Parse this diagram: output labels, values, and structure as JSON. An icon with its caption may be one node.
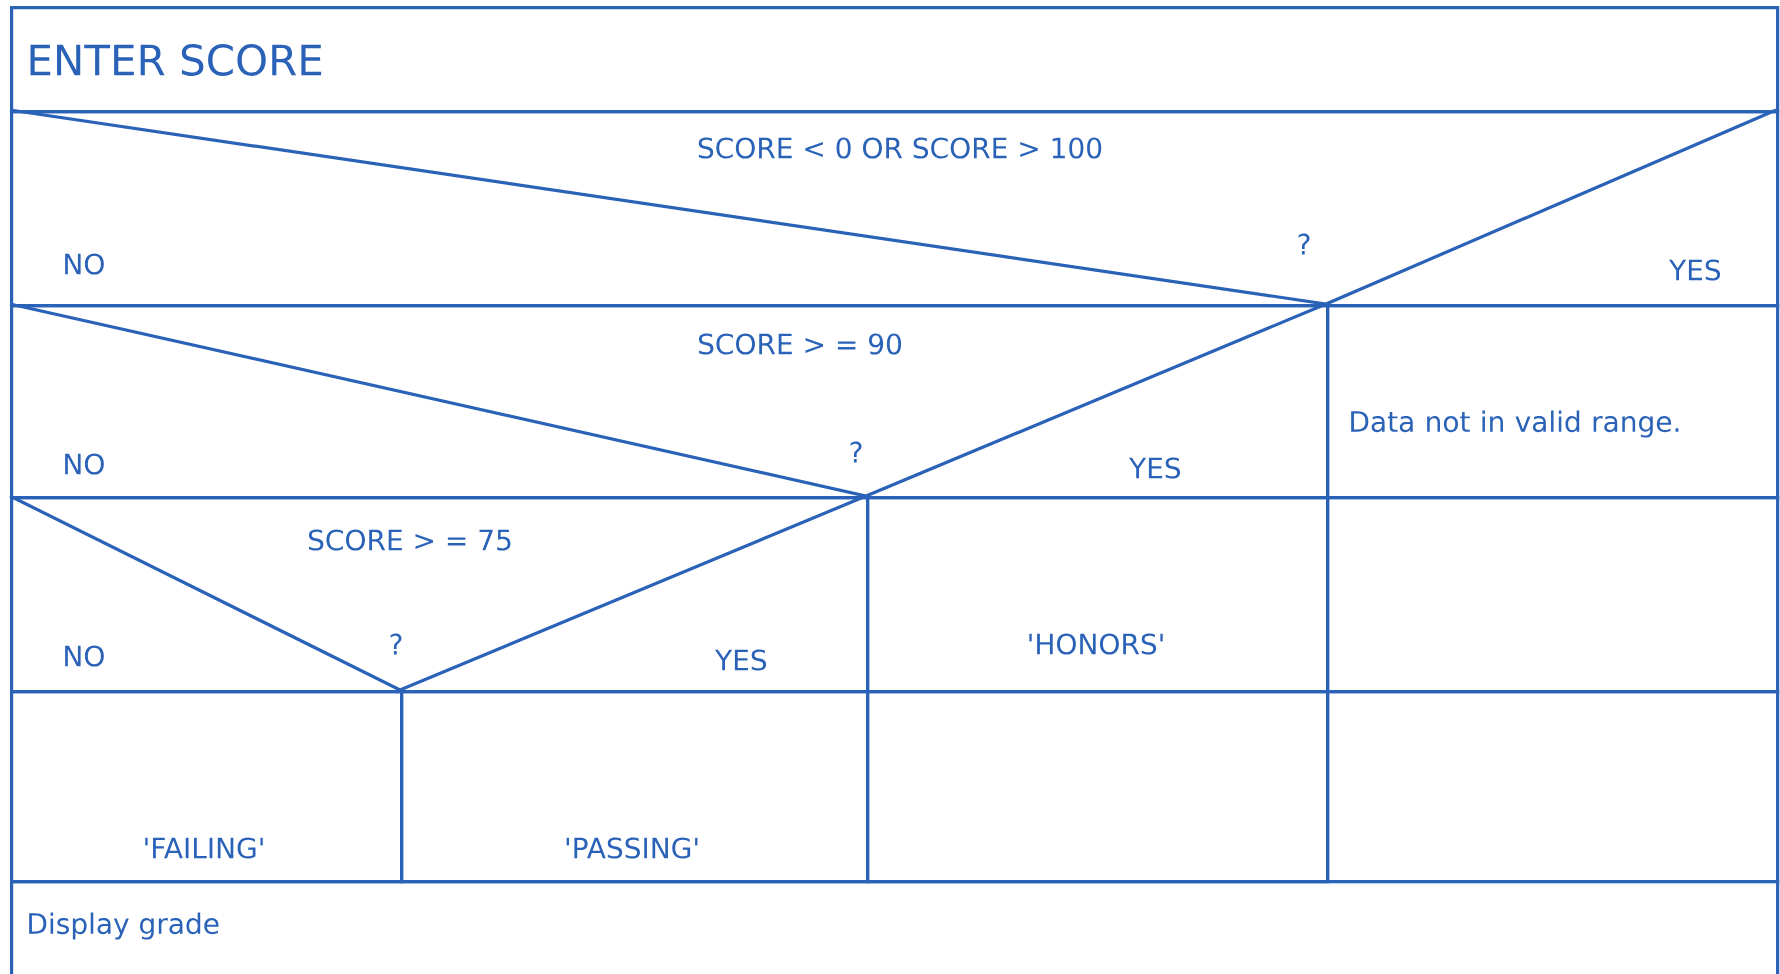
{
  "diagram": {
    "nodes": [
      {
        "text": [
          "ENTER SCORE"
        ]
      },
      {
        "text": [
          "SCORE < 0 OR SCORE > 100",
          "?",
          "NO",
          "YES"
        ]
      },
      {
        "text": [
          "SCORE > = 90",
          "?",
          "NO",
          "YES"
        ]
      },
      {
        "text": [
          "Data not in valid range."
        ]
      },
      {
        "text": [
          "SCORE > = 75",
          "?",
          "NO",
          "YES"
        ]
      },
      {
        "text": [
          "'HONORS'"
        ]
      },
      {
        "text": [],
        "shape": "box"
      },
      {
        "text": [
          "'FAILING'"
        ]
      },
      {
        "text": [
          "'PASSING'"
        ]
      },
      {
        "text": [],
        "shape": "box"
      },
      {
        "text": [],
        "shape": "box"
      },
      {
        "text": [
          "Display grade"
        ]
      }
    ]
  }
}
